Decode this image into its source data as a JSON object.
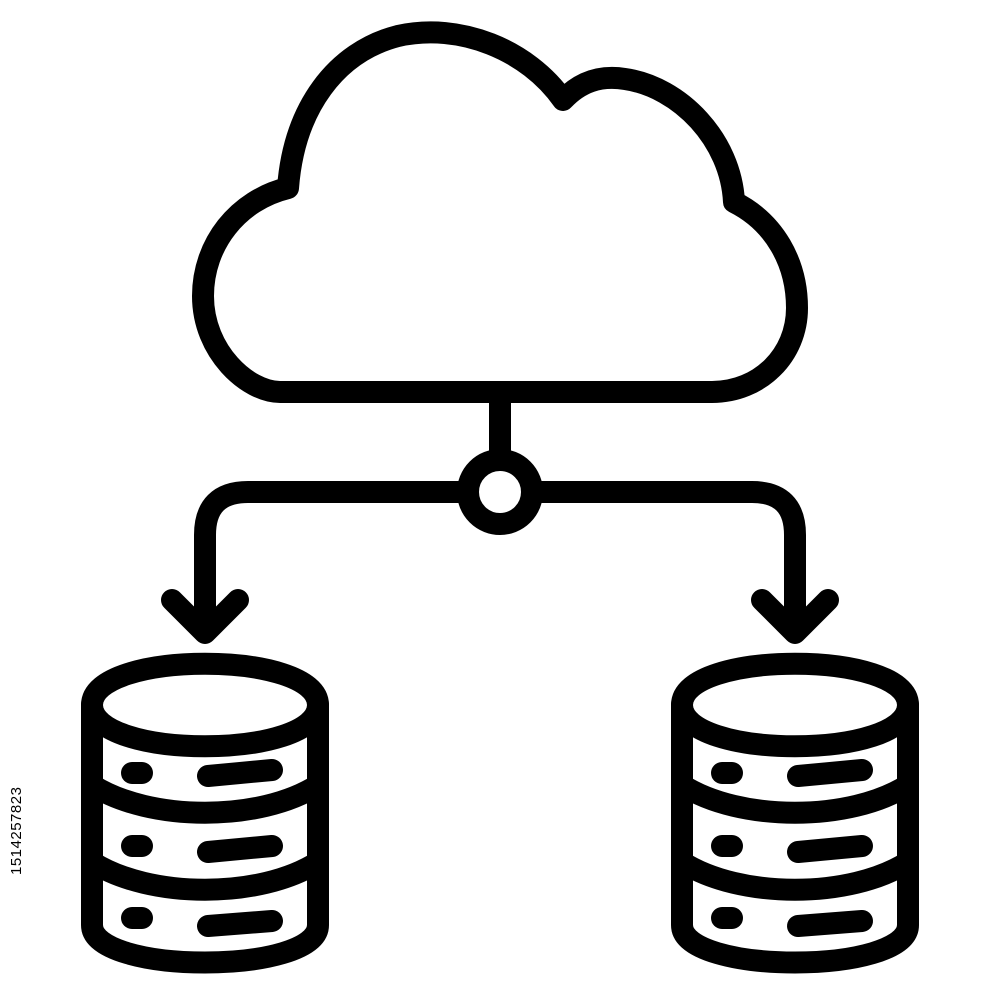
{
  "icon": {
    "name": "cloud-database-distribution",
    "parts": [
      "cloud-icon",
      "junction-node",
      "left-arrow-icon",
      "right-arrow-icon",
      "left-database-icon",
      "right-database-icon"
    ],
    "stroke_color": "#000000",
    "background_color": "#ffffff"
  },
  "watermark": {
    "text": "1514257823"
  }
}
